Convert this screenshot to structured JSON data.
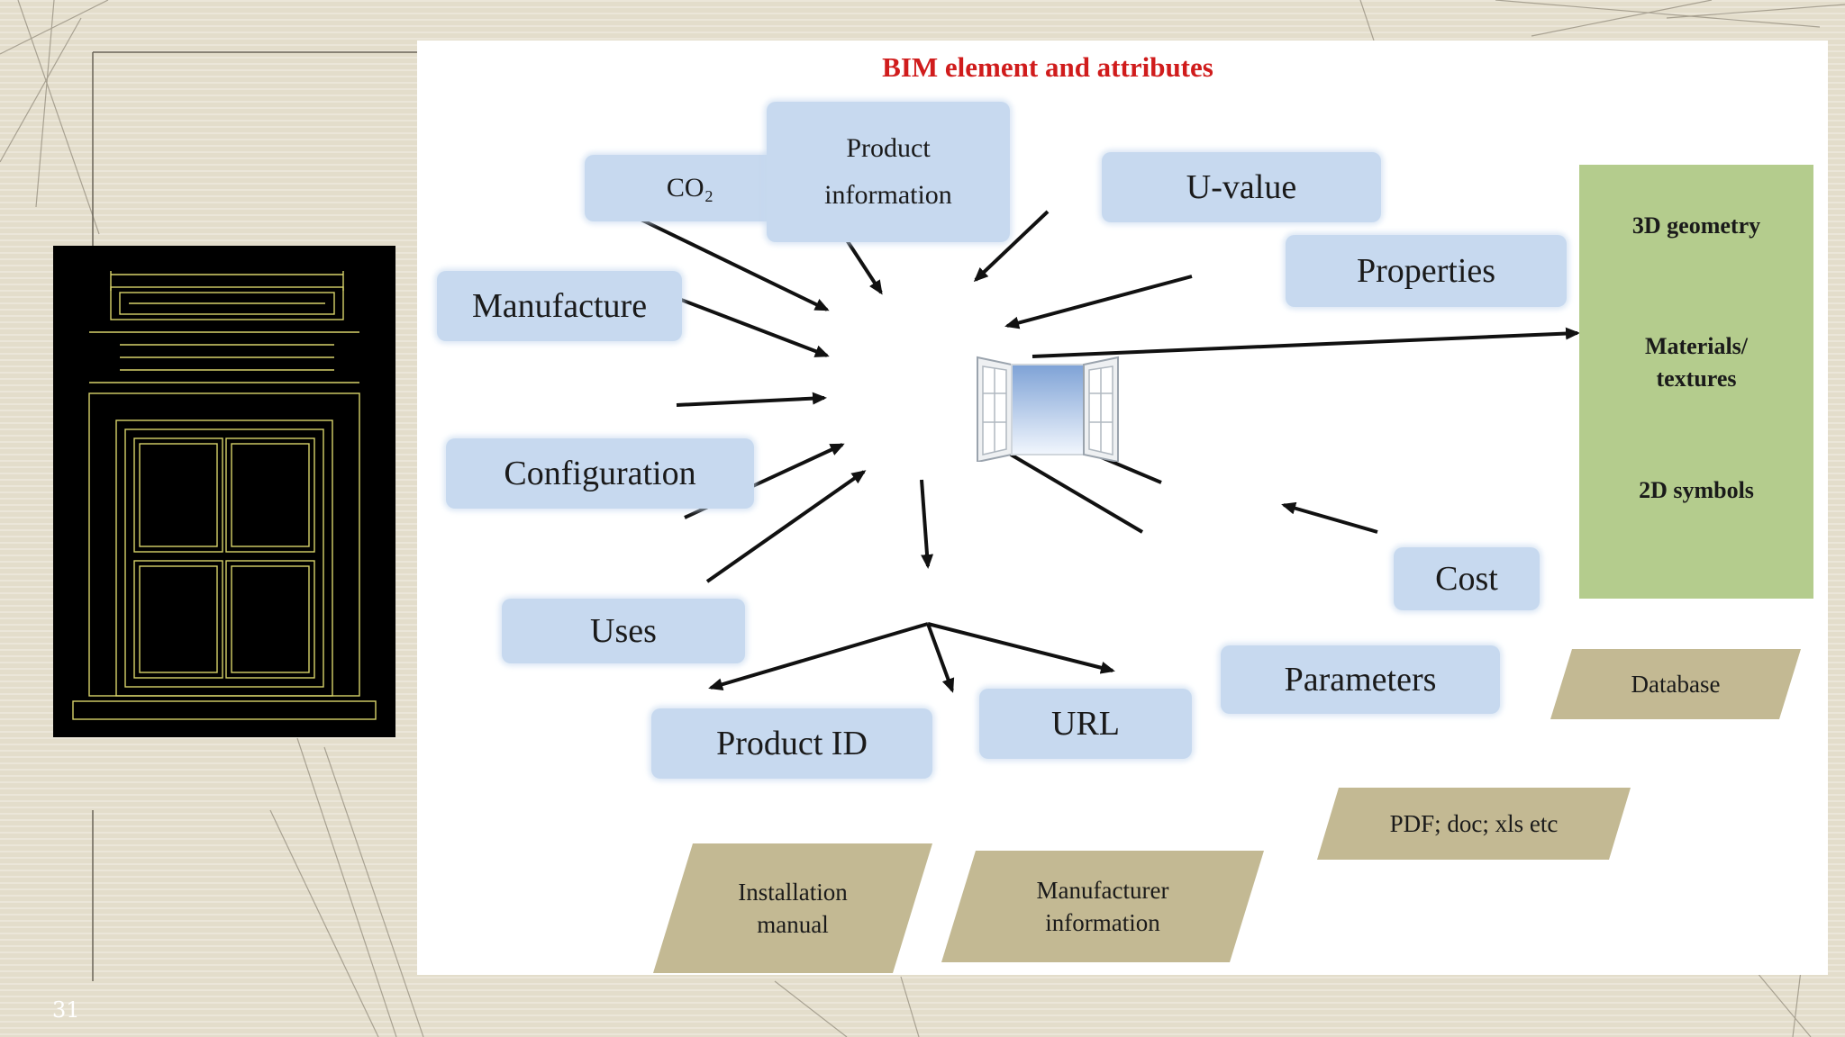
{
  "title": "BIM element and attributes",
  "slide_number": "31",
  "attributes": {
    "co2": "CO₂",
    "product_information": "Product information",
    "u_value": "U-value",
    "properties": "Properties",
    "manufacture": "Manufacture",
    "configuration": "Configuration",
    "uses": "Uses",
    "product_id": "Product ID",
    "url": "URL",
    "parameters": "Parameters",
    "cost": "Cost"
  },
  "representations": {
    "geometry_3d": "3D geometry",
    "materials_line1": "Materials/",
    "materials_line2": "textures",
    "symbols_2d": "2D symbols"
  },
  "sources": {
    "database": "Database",
    "pdf": "PDF; doc; xls etc",
    "installation_line1": "Installation",
    "installation_line2": "manual",
    "manufacturer_line1": "Manufacturer",
    "manufacturer_line2": "information"
  },
  "colors": {
    "title": "#d01c1c",
    "attribute_box": "#c7d9ef",
    "representation_box": "#b4cc8d",
    "source_box": "#c3b993"
  }
}
